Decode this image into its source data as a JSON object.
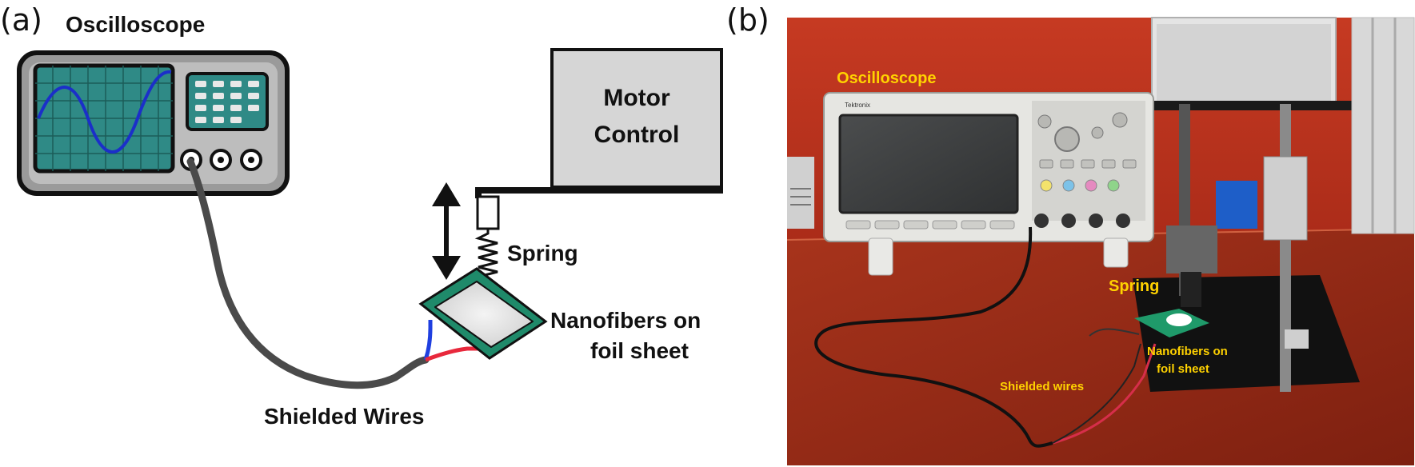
{
  "panel_a": {
    "tag": "(a)",
    "oscilloscope_label": "Oscilloscope",
    "motor_control_line1": "Motor",
    "motor_control_line2": "Control",
    "spring_label": "Spring",
    "nanofibers_line1": "Nanofibers on",
    "nanofibers_line2": "foil sheet",
    "wires_label": "Shielded Wires"
  },
  "panel_b": {
    "tag": "(b)",
    "oscilloscope_label": "Oscilloscope",
    "spring_label": "Spring",
    "nanofibers_line1": "Nanofibers on",
    "nanofibers_line2": "foil sheet",
    "wires_label": "Shielded wires",
    "scope_brand": "Tektronix"
  },
  "colors": {
    "screen_teal": "#2f8a86",
    "wave_blue": "#1b2fc9",
    "motor_box": "#d6d6d6",
    "pad_green": "#1f8a6a",
    "wire_red": "#e8283c",
    "wire_blue": "#1f3fe0",
    "cable_gray": "#4a4a4a",
    "photo_label_yellow": "#ffd200",
    "wall_red": "#b8321e"
  }
}
